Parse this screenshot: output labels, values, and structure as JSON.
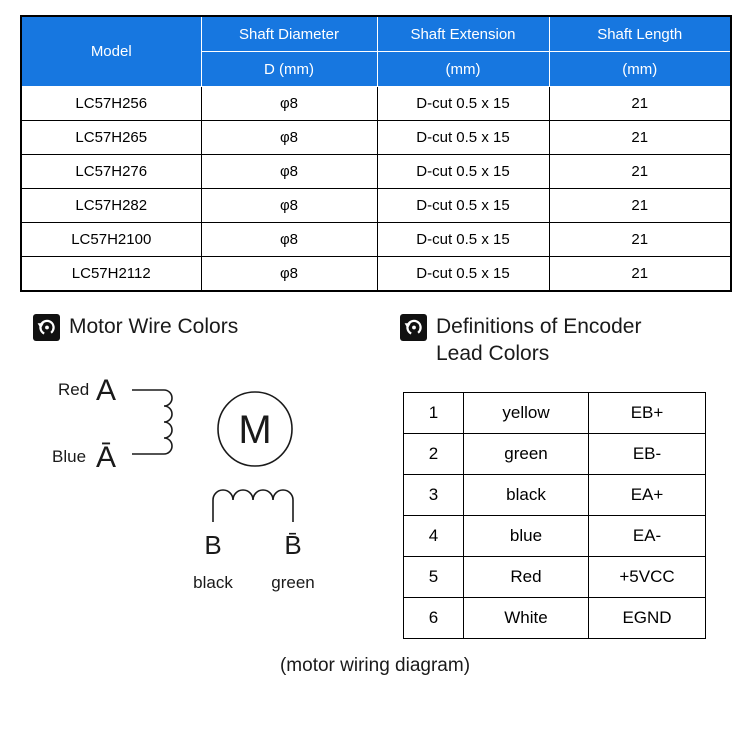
{
  "colors": {
    "header_blue": "#1777E0",
    "header_text": "#FFFFFF",
    "line": "#1A1A1A"
  },
  "spec_table": {
    "headers": {
      "model": "Model",
      "shaft_diameter": "Shaft Diameter",
      "diameter_unit": "D (mm)",
      "shaft_extension": "Shaft Extension",
      "extension_unit": "(mm)",
      "shaft_length": "Shaft Length",
      "length_unit": "(mm)"
    },
    "rows": [
      {
        "model": "LC57H256",
        "diameter": "φ8",
        "extension": "D-cut 0.5 x 15",
        "length": "21"
      },
      {
        "model": "LC57H265",
        "diameter": "φ8",
        "extension": "D-cut 0.5 x 15",
        "length": "21"
      },
      {
        "model": "LC57H276",
        "diameter": "φ8",
        "extension": "D-cut 0.5 x 15",
        "length": "21"
      },
      {
        "model": "LC57H282",
        "diameter": "φ8",
        "extension": "D-cut 0.5 x 15",
        "length": "21"
      },
      {
        "model": "LC57H2100",
        "diameter": "φ8",
        "extension": "D-cut 0.5 x 15",
        "length": "21"
      },
      {
        "model": "LC57H2112",
        "diameter": "φ8",
        "extension": "D-cut 0.5 x 15",
        "length": "21"
      }
    ]
  },
  "motor_section": {
    "title": "Motor Wire Colors",
    "icon": "rotation-icon",
    "labels": {
      "red": "Red",
      "phase_a": "A",
      "blue": "Blue",
      "phase_a_bar": "Ā",
      "motor": "M",
      "phase_b": "B",
      "phase_b_bar": "B̄",
      "black": "black",
      "green": "green"
    }
  },
  "encoder_section": {
    "title_line1": "Definitions of Encoder",
    "title_line2": "Lead Colors",
    "icon": "rotation-icon",
    "table_rows": [
      {
        "num": "1",
        "color": "yellow",
        "signal": "EB+"
      },
      {
        "num": "2",
        "color": "green",
        "signal": "EB-"
      },
      {
        "num": "3",
        "color": "black",
        "signal": "EA+"
      },
      {
        "num": "4",
        "color": "blue",
        "signal": "EA-"
      },
      {
        "num": "5",
        "color": "Red",
        "signal": "+5VCC"
      },
      {
        "num": "6",
        "color": "White",
        "signal": "EGND"
      }
    ]
  },
  "caption": "(motor wiring diagram)"
}
